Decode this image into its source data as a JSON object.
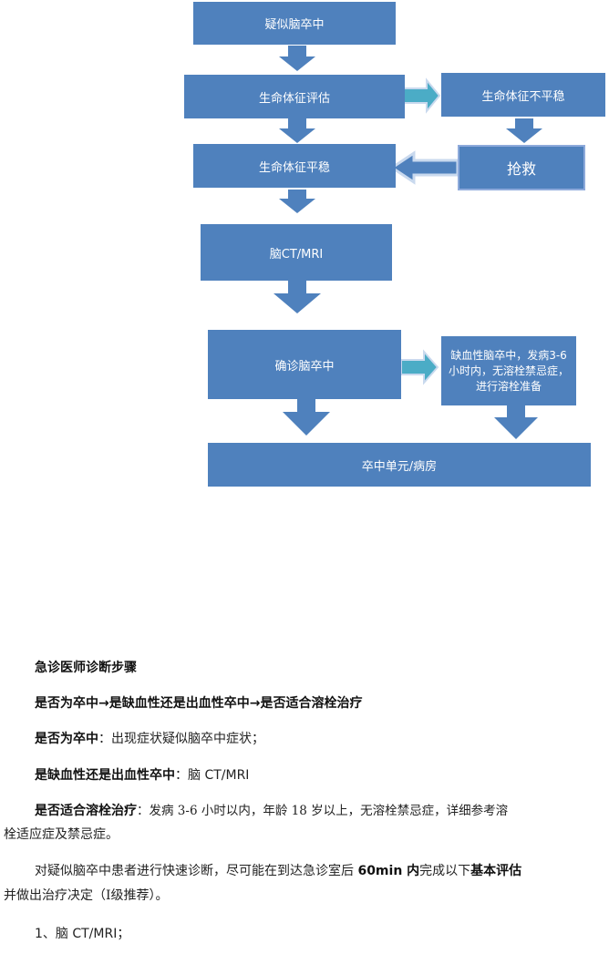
{
  "flowchart": {
    "suspected": "疑似脑卒中",
    "vital_assess": "生命体征评估",
    "vital_unstable": "生命体征不平稳",
    "vital_stable": "生命体征平稳",
    "rescue": "抢救",
    "ct_mri": "脑CT/MRI",
    "confirmed": "确诊脑卒中",
    "ischemic_line1": "缺血性脑卒中，发病3-6",
    "ischemic_line2": "小时内，无溶栓禁忌症，",
    "ischemic_line3": "进行溶栓准备",
    "stroke_unit": "卒中单元/病房"
  },
  "text": {
    "heading": "急诊医师诊断步骤",
    "steps_line": "是否为卒中→是缺血性还是出血性卒中→是否适合溶栓治疗",
    "q1_label": "是否为卒中",
    "q1_text": "：出现症状疑似脑卒中症状；",
    "q2_label": "是缺血性还是出血性卒中",
    "q2_text": "：脑 CT/MRI",
    "q3_label": "是否适合溶栓治疗",
    "q3_text": "：发病 3-6 小时以内，年龄 18 岁以上，无溶栓禁忌症，详细参考溶",
    "q3_text2": "栓适应症及禁忌症。",
    "p_a": "对疑似脑卒中患者进行快速诊断，尽可能在到达急诊室后 ",
    "p_b": "60min 内",
    "p_c": "完成以下",
    "p_d": "基本评估",
    "p_line2": "并做出治疗决定（Ⅰ级推荐）。",
    "item1": "1、脑 CT/MRI；"
  }
}
